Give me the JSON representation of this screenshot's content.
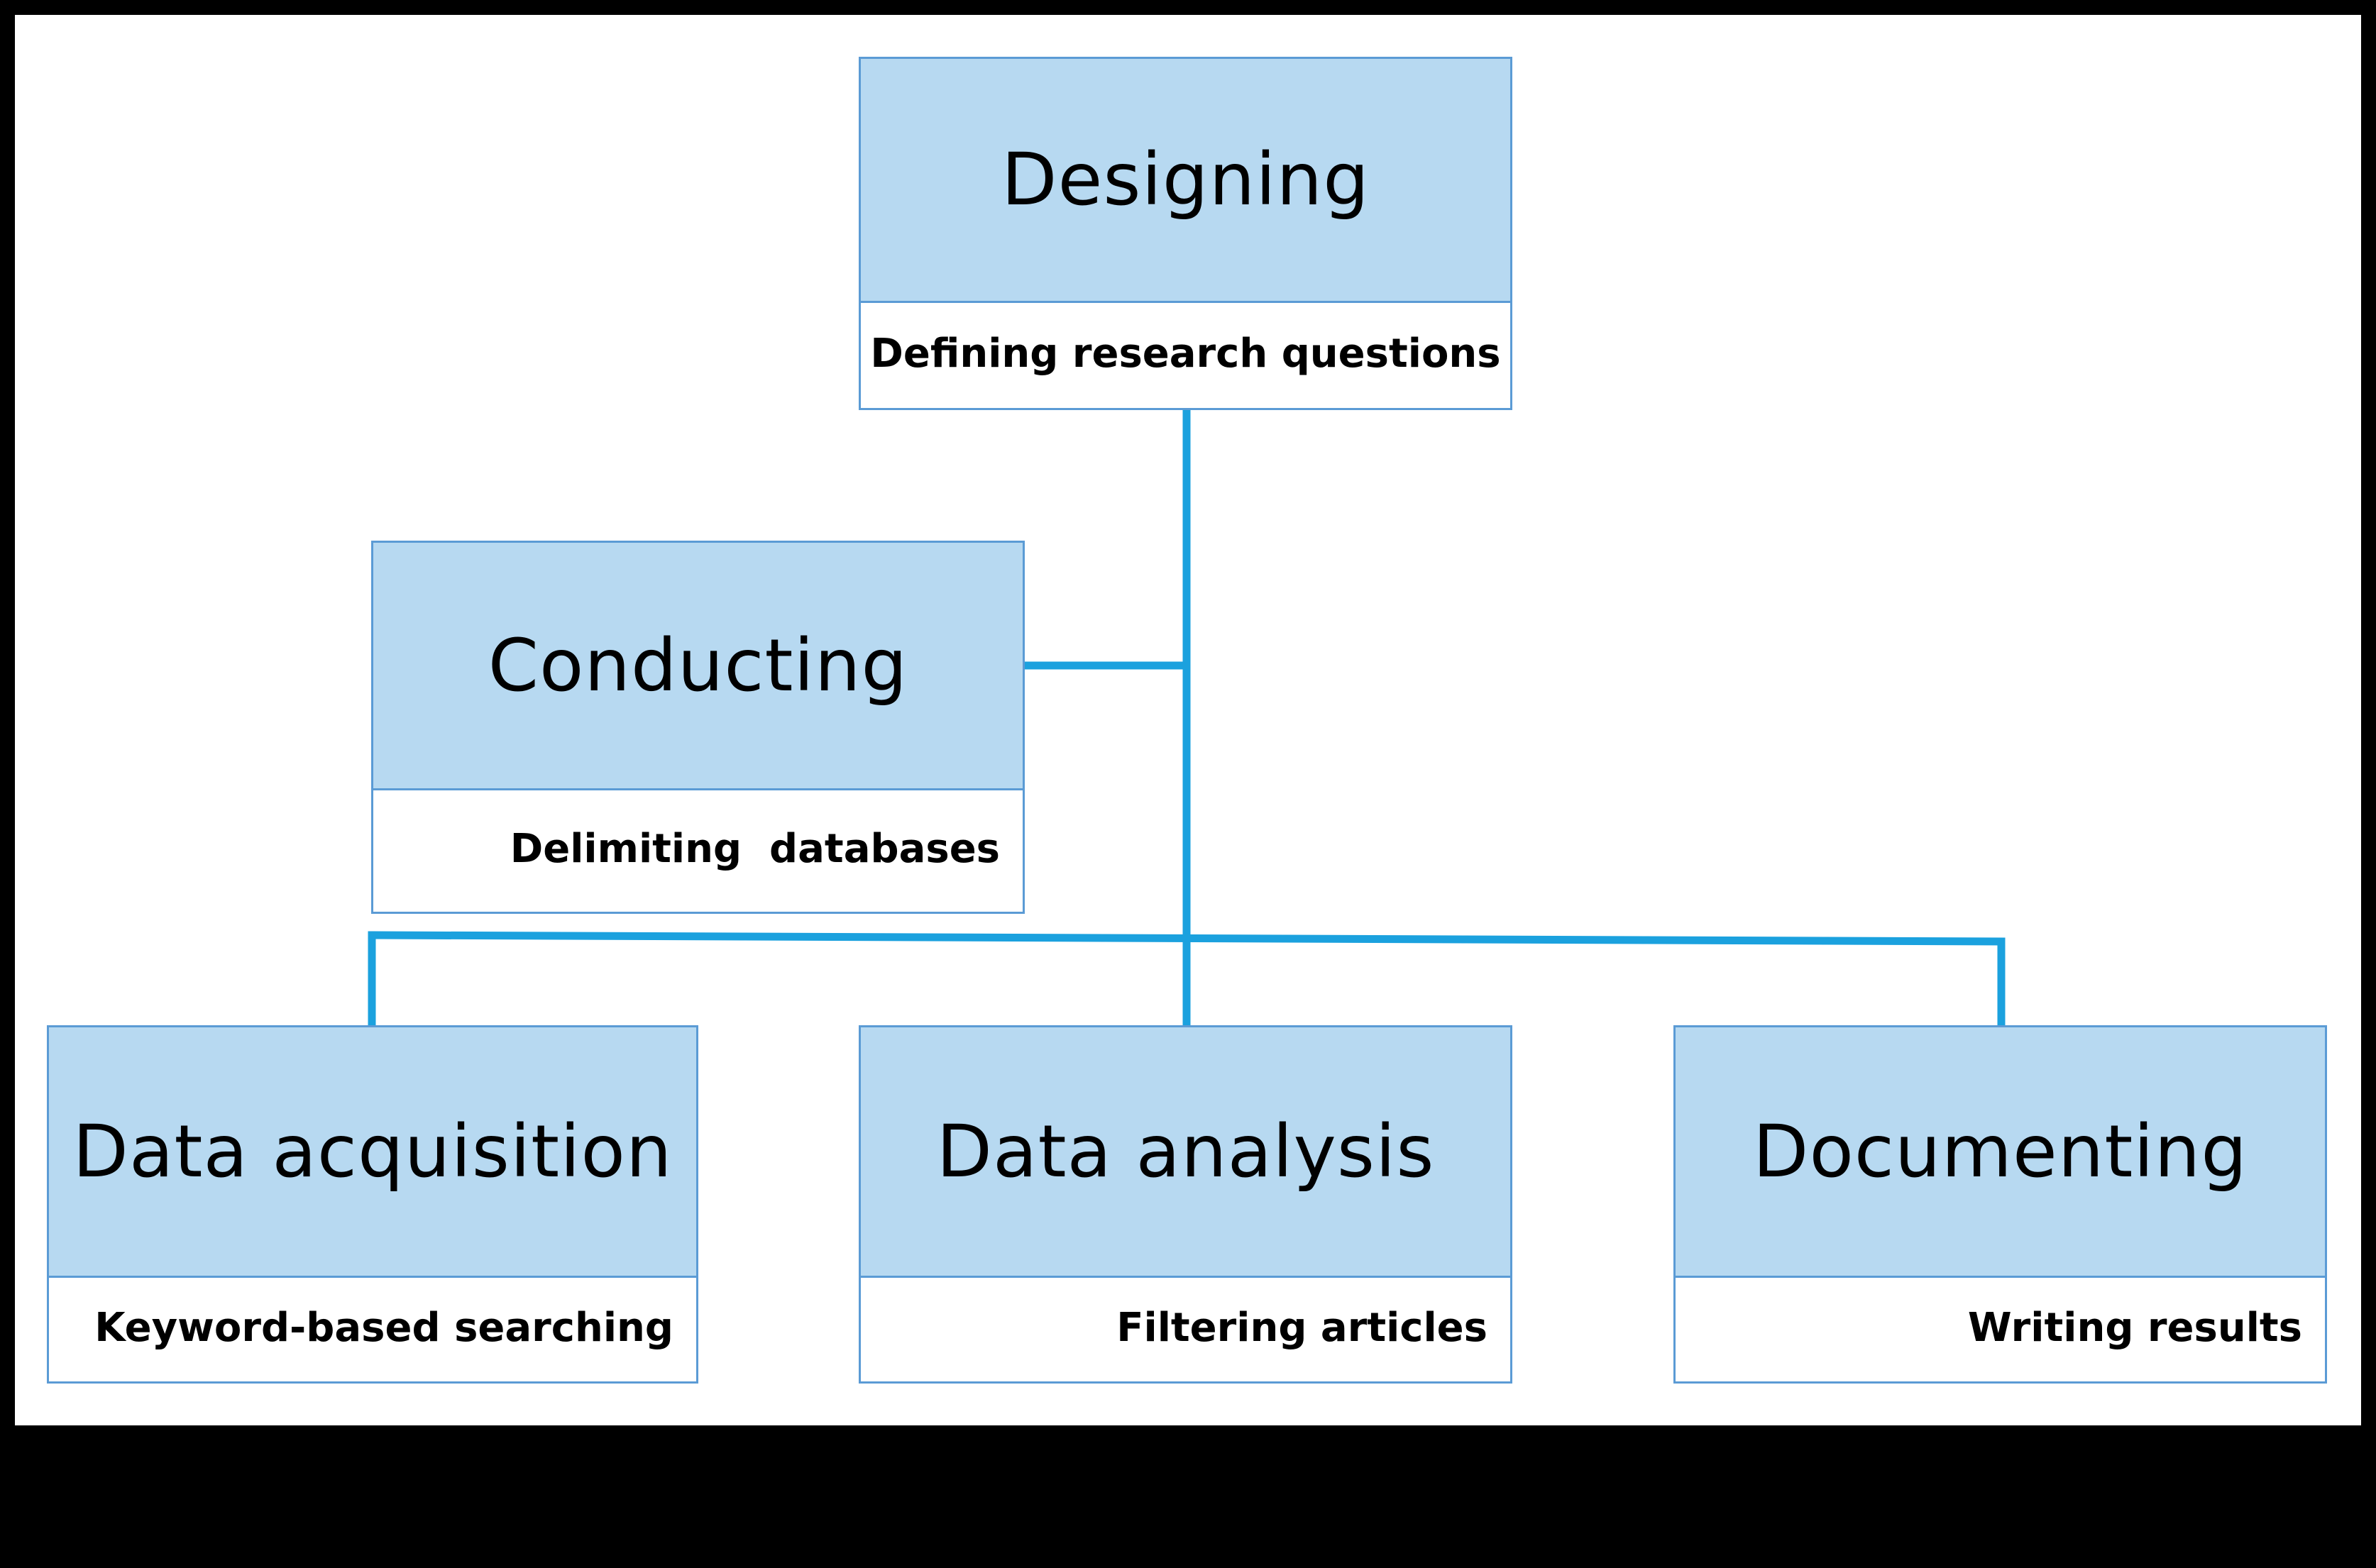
{
  "diagram": {
    "nodes": [
      {
        "id": "designing",
        "title": "Designing",
        "subtitle": "Defining research questions"
      },
      {
        "id": "conducting",
        "title": "Conducting",
        "subtitle": "Delimiting  databases"
      },
      {
        "id": "data-acquisition",
        "title": "Data acquisition",
        "subtitle": "Keyword-based searching"
      },
      {
        "id": "data-analysis",
        "title": "Data analysis",
        "subtitle": "Filtering articles"
      },
      {
        "id": "documenting",
        "title": "Documenting",
        "subtitle": "Writing results"
      }
    ],
    "edges": [
      {
        "from": "designing",
        "to": "conducting"
      },
      {
        "from": "designing",
        "to": "data-acquisition"
      },
      {
        "from": "designing",
        "to": "data-analysis"
      },
      {
        "from": "designing",
        "to": "documenting"
      }
    ],
    "colors": {
      "header_fill": "#b7d9f1",
      "border": "#5b9bd5",
      "connector": "#1ba1de",
      "frame": "#000000"
    }
  }
}
